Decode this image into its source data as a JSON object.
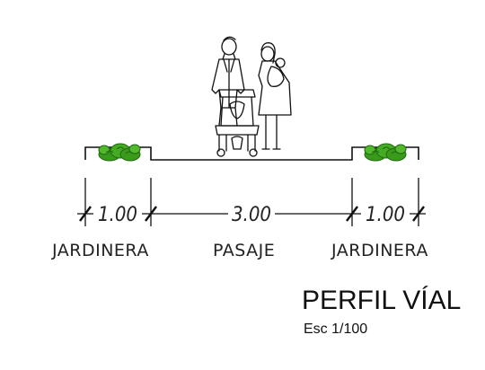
{
  "diagram": {
    "dimensions": [
      "1.00",
      "3.00",
      "1.00"
    ],
    "labels": [
      "JARDINERA",
      "PASAJE",
      "JARDINERA"
    ],
    "title": "PERFIL VÍAL",
    "scale": "Esc 1/100"
  },
  "colors": {
    "line": "#111111",
    "planter_green": "#3a9a1c",
    "planter_dark": "#1f6b10"
  },
  "icons": [
    "people-with-stroller-icon",
    "shrub-icon"
  ]
}
